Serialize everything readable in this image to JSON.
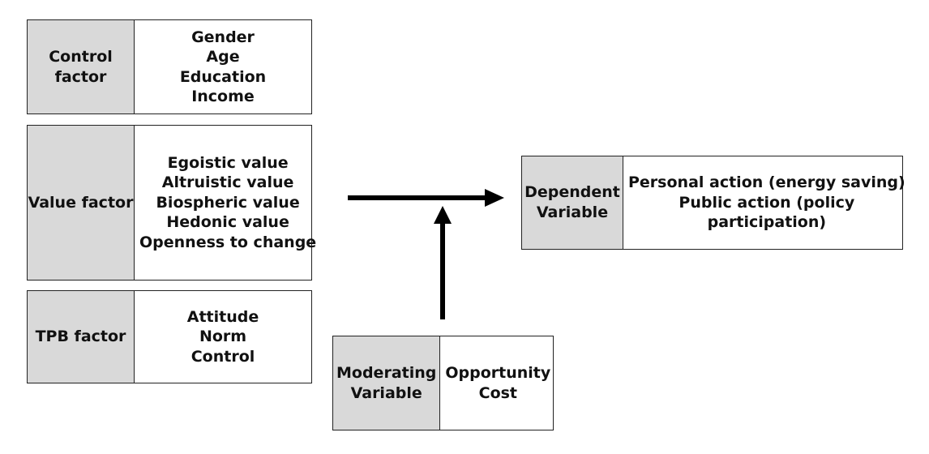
{
  "control_factor": {
    "label": [
      "Control",
      "factor"
    ],
    "items": [
      "Gender",
      "Age",
      "Education",
      "Income"
    ]
  },
  "value_factor": {
    "label": [
      "Value factor"
    ],
    "items": [
      "Egoistic value",
      "Altruistic value",
      "Biospheric value",
      "Hedonic value",
      "Openness to change"
    ]
  },
  "tpb_factor": {
    "label": [
      "TPB factor"
    ],
    "items": [
      "Attitude",
      "Norm",
      "Control"
    ]
  },
  "dependent_variable": {
    "label": [
      "Dependent",
      "Variable"
    ],
    "items": [
      "Personal action (energy saving)",
      "Public action (policy",
      "participation)"
    ]
  },
  "moderating_variable": {
    "label": [
      "Moderating",
      "Variable"
    ],
    "items": [
      "Opportunity",
      "Cost"
    ]
  },
  "colors": {
    "label_fill": "#d9d9d9",
    "border": "#222222",
    "arrow": "#000000"
  }
}
